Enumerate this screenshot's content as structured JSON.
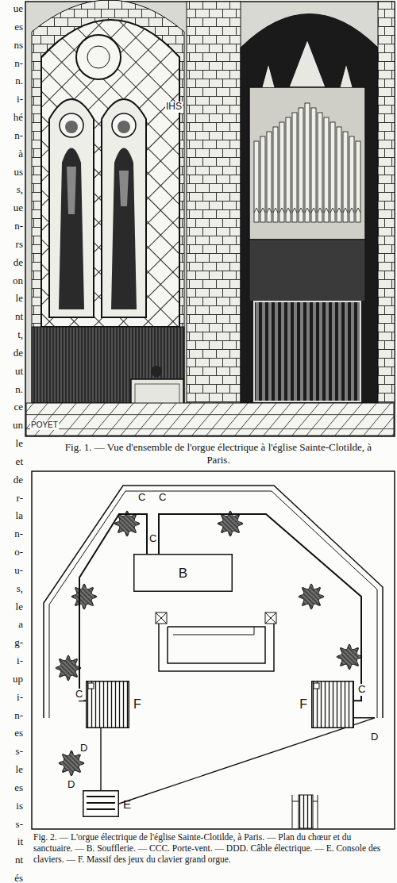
{
  "diagram": {
    "nodes": [
      {
        "text": [
          "B"
        ]
      },
      {
        "text": [
          "F"
        ]
      },
      {
        "text": [
          "F"
        ]
      },
      {
        "text": [
          "E"
        ]
      }
    ],
    "edges": [
      {
        "from": 0,
        "to": 1,
        "arrow": "none"
      },
      {
        "from": 0,
        "to": 2,
        "arrow": "none"
      },
      {
        "from": 3,
        "to": 1,
        "arrow": "none"
      },
      {
        "from": 3,
        "to": 2,
        "arrow": "none"
      }
    ],
    "labels": [
      "ue",
      "es",
      "ns",
      "n-",
      "n.",
      "i-",
      "hé",
      "n-",
      "à",
      "us",
      "s,",
      "ue",
      "n-",
      "rs",
      "de",
      "on",
      "le",
      "nt",
      "t,",
      "de",
      "ut",
      "n.",
      "ce",
      "un",
      "le",
      "et",
      "de",
      "r-",
      "la",
      "n-",
      "o-",
      "u-",
      "s,",
      "le",
      "a",
      "g-",
      "i-",
      "up",
      "i-",
      "n-",
      "es",
      "s-",
      "le",
      "es",
      "is",
      "s-",
      "it",
      "nt",
      "és",
      "IHS",
      "POYET",
      "Fig. 1. — Vue d'ensemble de l'orgue électrique à l'église Sainte-Clotilde, à Paris.",
      "C",
      "C",
      "C",
      "C",
      "C",
      "D",
      "D",
      "D",
      "Fig. 2. — L'orgue électrique de l'église Sainte-Clotilde, à Paris. — Plan du chœur et du sanctuaire. — B. Soufflerie. — CCC. Porte-vent. — DDD. Câble électrique. — E. Console des claviers. — F. Massif des jeux du clavier grand orgue."
    ]
  }
}
